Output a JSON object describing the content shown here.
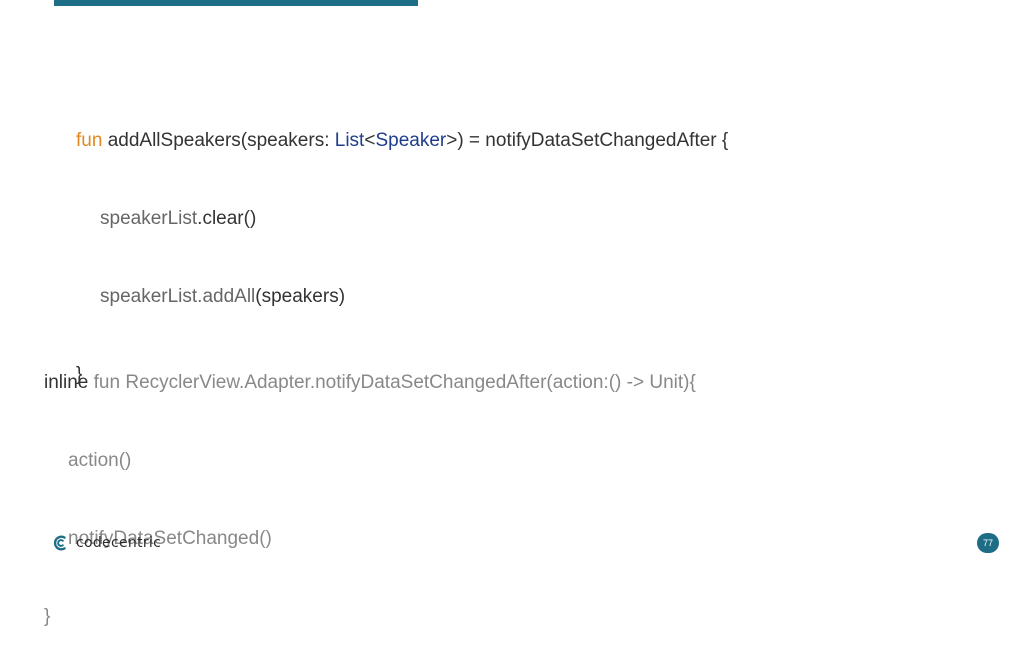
{
  "slide": {
    "code_top": {
      "line1": {
        "kw": "fun",
        "name": " addAllSpeakers(speakers: ",
        "type_list": "List",
        "lt": "<",
        "type_speaker": "Speaker",
        "rest": ">) = notifyDataSetChangedAfter {"
      },
      "line2": {
        "obj": "speakerList",
        "rest": ".clear()"
      },
      "line3": {
        "obj": "speakerList",
        "method": ".addAll",
        "rest": "(speakers)"
      },
      "line4": "}"
    },
    "code_bottom": {
      "line1": {
        "kw": "inline",
        "rest": " fun RecyclerView.Adapter.notifyDataSetChangedAfter(action:() -> Unit){"
      },
      "line2": "action()",
      "line3": "notifyDataSetChanged()",
      "line4": "}"
    },
    "footer": {
      "logo_text": "codecentric",
      "page_number": "77",
      "logo_icon": "codecentric-logo-icon"
    },
    "colors": {
      "accent": "#1d6d86",
      "keyword": "#e08a1e",
      "type": "#1f3e8a",
      "dim_text": "#888888"
    }
  }
}
